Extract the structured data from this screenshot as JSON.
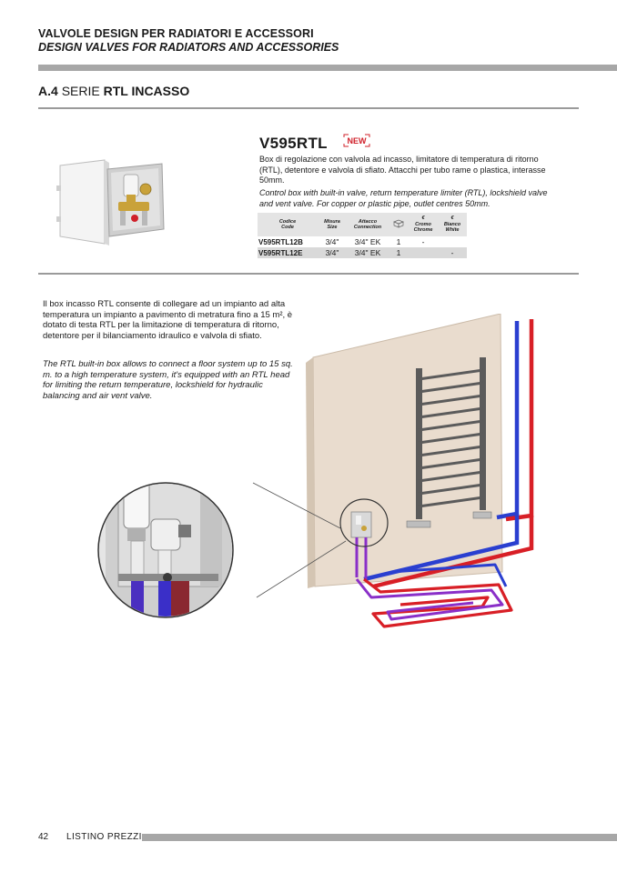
{
  "header": {
    "title_it": "VALVOLE DESIGN PER RADIATORI E ACCESSORI",
    "title_en": "DESIGN VALVES FOR RADIATORS AND ACCESSORIES"
  },
  "section": {
    "code": "A.4",
    "prefix": "SERIE",
    "name": "RTL INCASSO"
  },
  "product": {
    "title": "V595RTL",
    "badge": "NEW",
    "desc_it": "Box di regolazione con valvola ad incasso, limitatore di temperatura di ritorno (RTL), detentore e valvola di sfiato. Attacchi per tubo rame o plastica, interasse 50mm.",
    "desc_en": "Control box with built-in valve, return temperature limiter (RTL), lockshield valve and vent valve. For copper or plastic pipe, outlet centres 50mm."
  },
  "table": {
    "headers": {
      "code": [
        "Codice",
        "Code"
      ],
      "size": [
        "Misura",
        "Size"
      ],
      "conn": [
        "Attacco",
        "Connection"
      ],
      "chrome": [
        "€",
        "Cromo",
        "Chrome"
      ],
      "white": [
        "€",
        "Bianco",
        "White"
      ]
    },
    "rows": [
      {
        "code": "V595RTL12B",
        "size": "3/4\"",
        "conn": "3/4\" EK",
        "qty": "1",
        "chrome": "-",
        "white": ""
      },
      {
        "code": "V595RTL12E",
        "size": "3/4\"",
        "conn": "3/4\" EK",
        "qty": "1",
        "chrome": "",
        "white": "-"
      }
    ]
  },
  "body": {
    "text_it": "Il box incasso RTL consente di collegare ad un impianto ad alta temperatura un impianto a pavimento di metratura fino a  15 m², è dotato di testa RTL per la limitazione di temperatura di ritorno, detentore per il bilanciamento idraulico e valvola di sfiato.",
    "text_en": "The RTL built-in box allows to connect a floor system up to 15 sq. m.  to a high temperature system, it's equipped with an RTL head for limiting the return temperature, lockshield for hydraulic balancing and air vent valve."
  },
  "footer": {
    "page_number": "42",
    "label": "LISTINO PREZZI"
  },
  "colors": {
    "accent_red": "#d0202a",
    "gray_bar": "#a7a7a7",
    "pipe_blue": "#2a3fd0",
    "pipe_red": "#d81f26",
    "pipe_purple": "#8a2fc8",
    "wall": "#e9dcce"
  },
  "icons": [
    "package-icon"
  ]
}
